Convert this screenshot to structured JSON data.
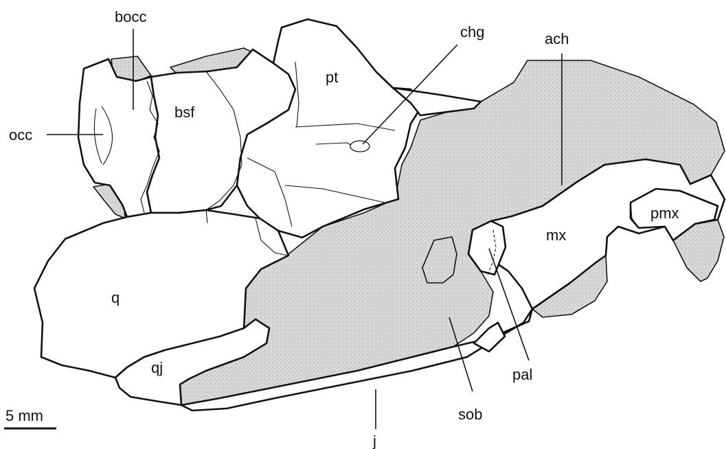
{
  "labels": {
    "bocc": "bocc",
    "chg": "chg",
    "ach": "ach",
    "pt": "pt",
    "occ": "occ",
    "bsf": "bsf",
    "pmx": "pmx",
    "mx": "mx",
    "q": "q",
    "qj": "qj",
    "pal": "pal",
    "sob": "sob",
    "j": "j"
  },
  "scale_bar": {
    "label": "5 mm"
  },
  "colors": {
    "matrix": "#d6d6d6",
    "bone": "#ffffff",
    "outline": "#111111"
  }
}
